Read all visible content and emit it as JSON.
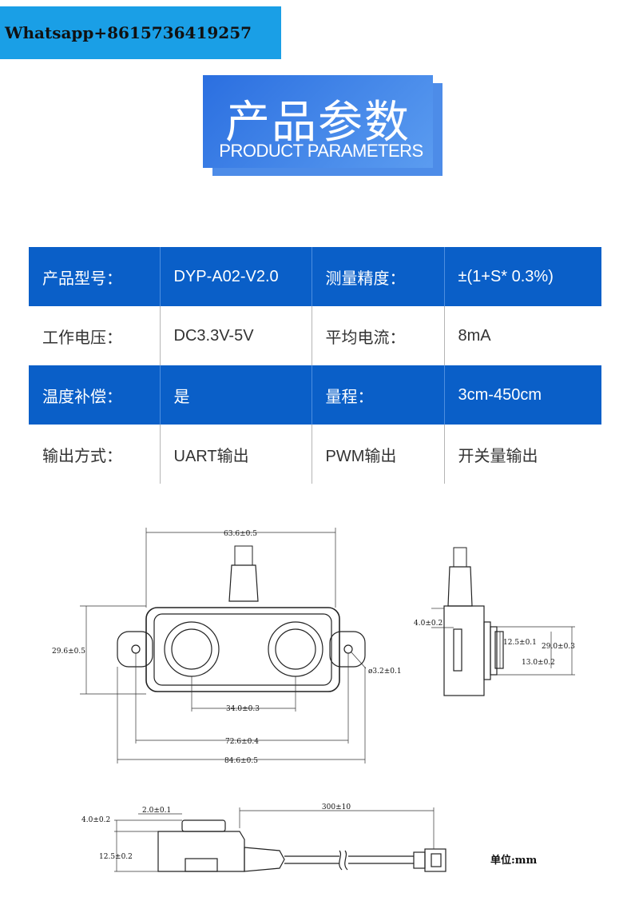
{
  "watermark": "Whatsapp+8615736419257",
  "header": {
    "title_zh": "产品参数",
    "title_en": "PRODUCT PARAMETERS"
  },
  "spec_table": [
    [
      "产品型号：",
      "DYP-A02-V2.0",
      "测量精度：",
      "±(1+S* 0.3%)"
    ],
    [
      "工作电压：",
      "DC3.3V-5V",
      "平均电流：",
      "8mA"
    ],
    [
      "温度补偿：",
      "是",
      "量程：",
      "3cm-450cm"
    ],
    [
      "输出方式：",
      "UART输出",
      "PWM输出",
      "开关量输出"
    ]
  ],
  "dims": {
    "width_top": "63.6±0.5",
    "height_left": "29.6±0.5",
    "hole_dia": "ø3.2±0.1",
    "sensor_spacing": "34.0±0.3",
    "hole_spacing": "72.6±0.4",
    "total_width": "84.6±0.5",
    "side_left": "4.0±0.2",
    "side_inner": "12.5±0.1",
    "side_height": "29.0±0.3",
    "side_inner2": "13.0±0.2",
    "bottom_left_top": "4.0±0.2",
    "bottom_step": "2.0±0.1",
    "bottom_height": "12.5±0.2",
    "cable_length": "300±10"
  },
  "unit_label": "单位:mm"
}
